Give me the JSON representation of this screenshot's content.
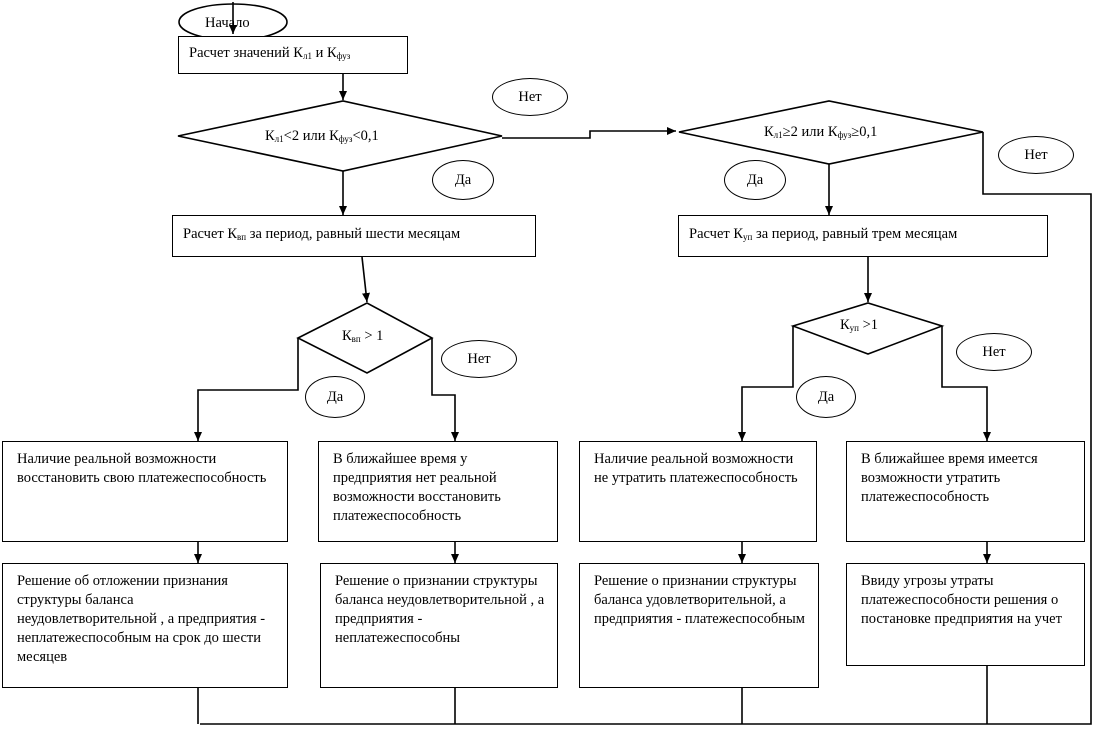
{
  "start": {
    "label": "Начало"
  },
  "calc_top": {
    "pre": "Расчет значений К",
    "s1": "л1",
    "mid": " и К",
    "s2": "фуз"
  },
  "cond_left": {
    "p1": "К",
    "s1": "л1",
    "p2": "<2 или К",
    "s2": "фуз",
    "p3": "<0,1"
  },
  "cond_right": {
    "p1": "К",
    "s1": "л1",
    "p2": "≥2 или К",
    "s2": "фуз",
    "p3": "≥0,1"
  },
  "calc_vp": {
    "p1": "Расчет К",
    "s1": "вп",
    "p2": " за период, равный шести месяцам"
  },
  "calc_up": {
    "p1": "Расчет К",
    "s1": "уп",
    "p2": " за период, равный трем  месяцам"
  },
  "dec_vp": {
    "p1": "К",
    "s1": "вп",
    "p2": " > 1"
  },
  "dec_up": {
    "p1": "К",
    "s1": "уп",
    "p2": " >1"
  },
  "ovals": {
    "net": "Нет",
    "da": "Да"
  },
  "outcomes": [
    "Наличие реальной возможности восстановить свою платежеспособность",
    "В ближайшее время у предприятия нет реальной возможности восстановить платежеспособность",
    "Наличие реальной возможности не утратить платежеспособность",
    "В ближайшее время имеется возможности утратить платежеспособность"
  ],
  "decisions": [
    "Решение об отложении признания структуры баланса неудовлетворительной , а предприятия - неплатежеспособным на  срок до шести месяцев",
    "Решение о признании структуры баланса неудовлетворительной , а предприятия - неплатежеспособны",
    "Решение о признании структуры баланса удовлетворительной, а предприятия - платежеспособным",
    "Ввиду угрозы утраты платежеспособности решения о постановке предприятия на учет"
  ]
}
